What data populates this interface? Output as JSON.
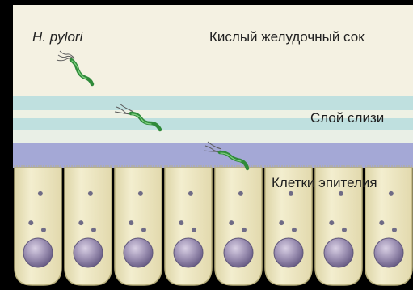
{
  "labels": {
    "bacterium": "H. pylori",
    "gastric_juice": "Кислый желудочный сок",
    "mucus_layer": "Слой слизи",
    "epithelium": "Клетки эпителия"
  },
  "colors": {
    "background": "#000000",
    "gastric_juice": "#f4f1e2",
    "mucus_light": "#bfe0df",
    "mucus_mid": "#a9c5dc",
    "mucus_deep": "#a4a8d6",
    "cell_body": "#ece6bf",
    "cell_outline": "#b9b07c",
    "granule": "#6f6b86",
    "nucleus": "#8f82a6",
    "bacterium_body": "#2f8a3a",
    "flagella": "#5c5c5c"
  },
  "epithelium": {
    "cell_count": 8
  },
  "bacteria": {
    "count": 3
  }
}
